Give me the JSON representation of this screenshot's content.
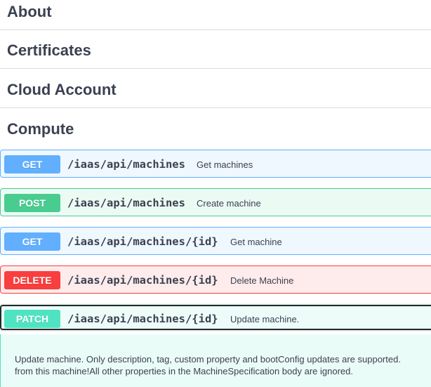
{
  "sections": [
    {
      "title": "About"
    },
    {
      "title": "Certificates"
    },
    {
      "title": "Cloud Account"
    },
    {
      "title": "Compute"
    }
  ],
  "operations": [
    {
      "method": "GET",
      "path": "/iaas/api/machines",
      "summary": "Get machines"
    },
    {
      "method": "POST",
      "path": "/iaas/api/machines",
      "summary": "Create machine"
    },
    {
      "method": "GET",
      "path": "/iaas/api/machines/{id}",
      "summary": "Get machine"
    },
    {
      "method": "DELETE",
      "path": "/iaas/api/machines/{id}",
      "summary": "Delete Machine"
    },
    {
      "method": "PATCH",
      "path": "/iaas/api/machines/{id}",
      "summary": "Update machine."
    }
  ],
  "expanded_description": "Update machine. Only description, tag, custom property and bootConfig updates are supported.\nfrom this machine!All other properties in the MachineSpecification body are ignored.",
  "colors": {
    "get": "#61affe",
    "post": "#49cc90",
    "delete": "#f93e3e",
    "patch": "#50e3c2",
    "text": "#3b4151"
  }
}
